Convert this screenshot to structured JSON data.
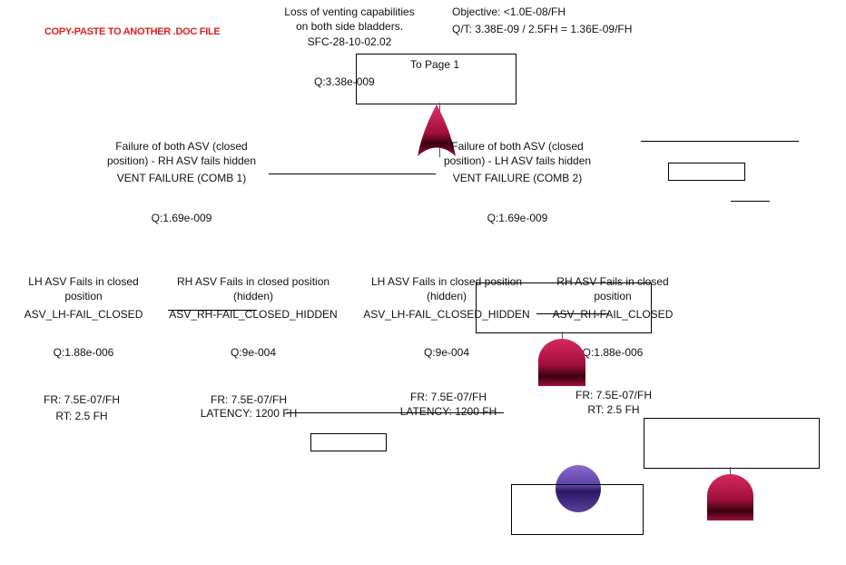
{
  "note": "COPY-PASTE TO ANOTHER .DOC FILE",
  "top_event": {
    "description_lines": [
      "Loss of venting capabilities",
      "on both side bladders."
    ],
    "id": "SFC-28-10-02.02",
    "objective": "Objective: <1.0E-08/FH",
    "qt": "Q/T: 3.38E-09 / 2.5FH = 1.36E-09/FH",
    "transfer_label": "To Page 1",
    "q": "Q:3.38e-009"
  },
  "gates": [
    {
      "lines": [
        "Failure of both ASV (closed",
        "position) - RH ASV fails hidden"
      ],
      "id": "VENT FAILURE (COMB 1)",
      "q": "Q:1.69e-009"
    },
    {
      "lines": [
        "Failure of both ASV (closed",
        "position) - LH ASV fails hidden"
      ],
      "id": "VENT FAILURE (COMB 2)",
      "q": "Q:1.69e-009"
    }
  ],
  "events": [
    {
      "lines": [
        "LH ASV Fails in closed",
        "position"
      ],
      "id": "ASV_LH-FAIL_CLOSED",
      "q": "Q:1.88e-006",
      "fr": "FR: 7.5E-07/FH",
      "extra": "RT: 2.5 FH"
    },
    {
      "lines": [
        "RH ASV Fails in closed position",
        "(hidden)"
      ],
      "id": "ASV_RH-FAIL_CLOSED_HIDDEN",
      "q": "Q:9e-004",
      "fr": "FR: 7.5E-07/FH",
      "extra": "LATENCY: 1200 FH"
    },
    {
      "lines": [
        "LH ASV Fails in closed position",
        "(hidden)"
      ],
      "id": "ASV_LH-FAIL_CLOSED_HIDDEN",
      "q": "Q:9e-004",
      "fr": "FR: 7.5E-07/FH",
      "extra": "LATENCY: 1200 FH"
    },
    {
      "lines": [
        "RH ASV Fails in closed",
        "position"
      ],
      "id": "ASV_RH-FAIL_CLOSED",
      "q": "Q:1.88e-006",
      "fr": "FR: 7.5E-07/FH",
      "extra": "RT: 2.5 FH"
    }
  ],
  "colors": {
    "gate_red": "#a0103c",
    "event_purple": "#5a3fa0",
    "note_red": "#e02020"
  }
}
